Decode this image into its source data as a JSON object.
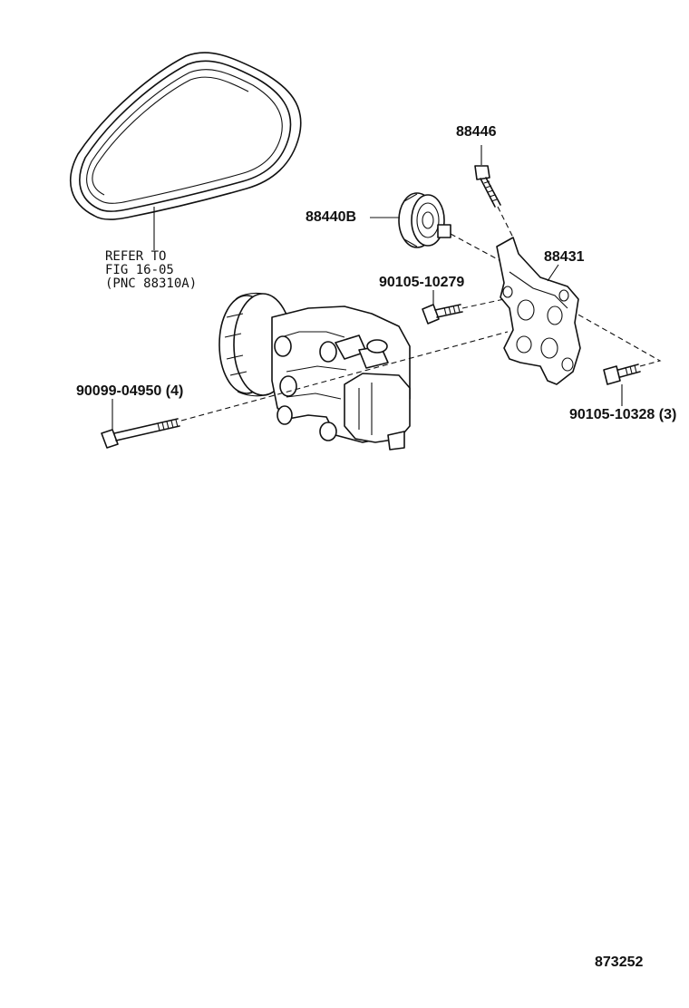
{
  "labels": {
    "part_88446": "88446",
    "part_88440b": "88440B",
    "part_88431": "88431",
    "bolt_90105_10279": "90105-10279",
    "bolt_90099_04950": "90099-04950 (4)",
    "bolt_90105_10328": "90105-10328 (3)",
    "belt_ref_line1": "REFER TO",
    "belt_ref_line2": "FIG 16-05",
    "belt_ref_line3": "(PNC 88310A)",
    "figure_number": "873252"
  }
}
